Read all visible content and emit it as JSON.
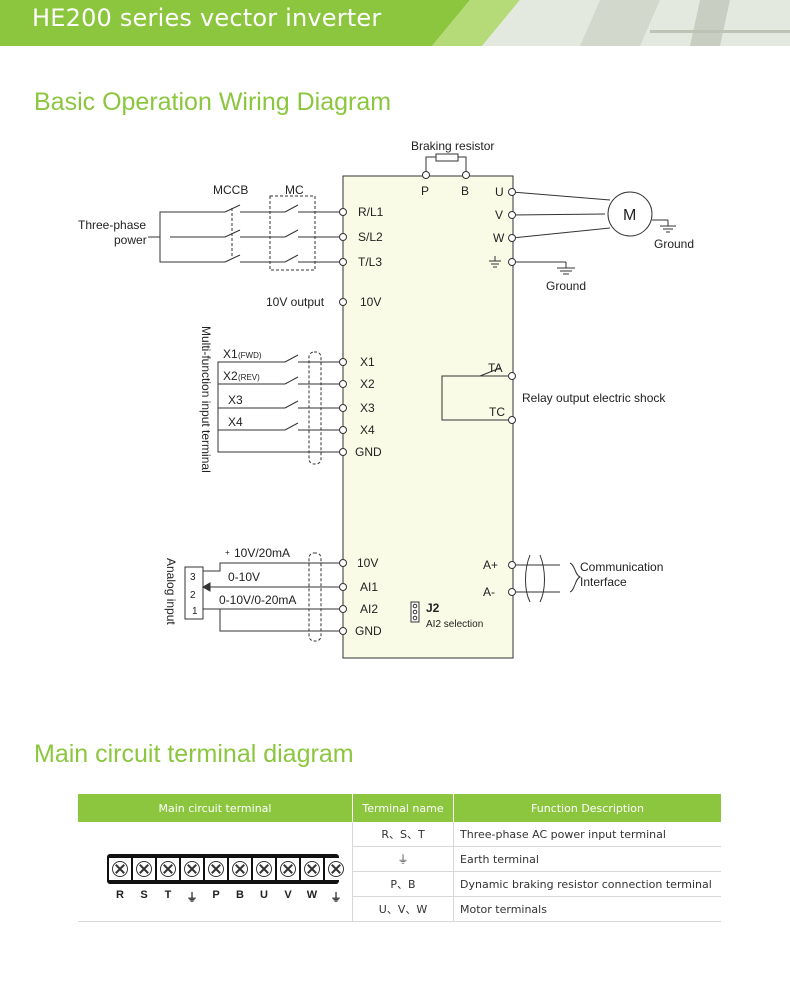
{
  "header": {
    "title": "HE200 series vector inverter",
    "colors": {
      "banner": "#8cc63f",
      "accent": "#8cc63f"
    }
  },
  "sections": {
    "wiring_title": "Basic Operation Wiring Diagram",
    "terminal_title": "Main circuit terminal diagram"
  },
  "diagram": {
    "braking_resistor": "Braking resistor",
    "p": "P",
    "b": "B",
    "mccb": "MCCB",
    "mc": "MC",
    "three_phase_line1": "Three-phase",
    "three_phase_line2": "power",
    "r_l1": "R/L1",
    "s_l2": "S/L2",
    "t_l3": "T/L3",
    "u": "U",
    "v": "V",
    "w": "W",
    "motor": "M",
    "ground1": "Ground",
    "ground2": "Ground",
    "ten_v_output": "10V output",
    "ten_v": "10V",
    "multi_function": "Multi-function input terminal",
    "x1_fwd": "X1",
    "fwd": "(FWD)",
    "x2_rev": "X2",
    "rev": "(REV)",
    "x3_left": "X3",
    "x4_left": "X4",
    "x1": "X1",
    "x2": "X2",
    "x3": "X3",
    "x4": "X4",
    "gnd1": "GND",
    "ta": "TA",
    "tc": "TC",
    "relay_output": "Relay output electric shock",
    "analog_input": "Analog input",
    "pot_3": "3",
    "pot_2": "2",
    "pot_1": "1",
    "label_10v_20ma": "10V/20mA",
    "plus": "+",
    "label_0_10v": "0-10V",
    "label_0_10v_20ma": "0-10V/0-20mA",
    "ten_v_2": "10V",
    "ai1": "AI1",
    "ai2": "AI2",
    "gnd2": "GND",
    "j2": "J2",
    "ai2_selection": "AI2 selection",
    "a_plus": "A+",
    "a_minus": "A-",
    "communication_line1": "Communication",
    "communication_line2": "Interface"
  },
  "terminal_table": {
    "headers": [
      "Main circuit terminal",
      "Terminal name",
      "Function Description"
    ],
    "rows": [
      {
        "name": "R、S、T",
        "description": "Three-phase AC power input terminal"
      },
      {
        "name": "⏚",
        "description": "Earth terminal"
      },
      {
        "name": "P、B",
        "description": "Dynamic braking resistor connection terminal"
      },
      {
        "name": "U、V、W",
        "description": "Motor terminals"
      }
    ],
    "strip_labels": [
      "R",
      "S",
      "T",
      "⏚",
      "P",
      "B",
      "U",
      "V",
      "W",
      "⏚"
    ]
  }
}
